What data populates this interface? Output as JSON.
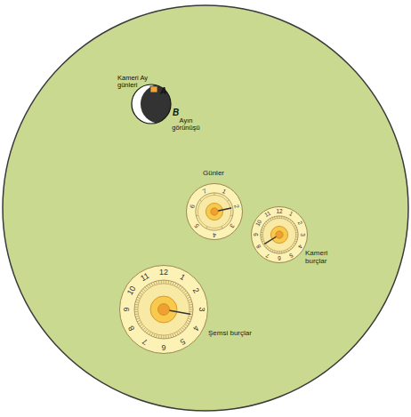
{
  "diagram": {
    "nodes": [
      {
        "text": [
          "Günler",
          "7",
          "1",
          "2",
          "3",
          "4",
          "5",
          "6"
        ]
      },
      {
        "text": [
          "Kameri burçlar",
          "12",
          "1",
          "2",
          "3",
          "4",
          "5",
          "6",
          "7",
          "8",
          "9",
          "10",
          "11"
        ]
      },
      {
        "text": [
          "Şemsi burçlar",
          "12",
          "1",
          "2",
          "3",
          "4",
          "5",
          "6",
          "7",
          "8",
          "9",
          "10",
          "11"
        ]
      }
    ],
    "labels": [
      "Kameri Ay günleri",
      "A",
      "B",
      "Ayın görünüşü"
    ]
  }
}
